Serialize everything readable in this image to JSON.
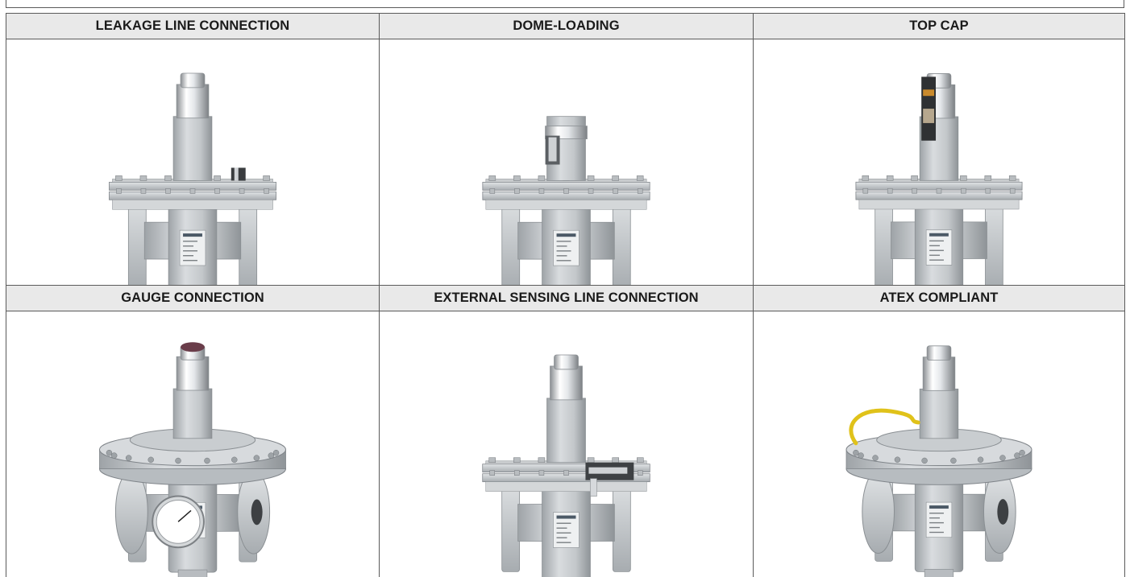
{
  "options": [
    {
      "title": "LEAKAGE LINE CONNECTION",
      "illustration": "regulator-leakage-line-icon"
    },
    {
      "title": "DOME-LOADING",
      "illustration": "regulator-dome-loading-icon"
    },
    {
      "title": "TOP CAP",
      "illustration": "regulator-top-cap-icon"
    },
    {
      "title": "GAUGE CONNECTION",
      "illustration": "regulator-gauge-icon"
    },
    {
      "title": "EXTERNAL SENSING LINE CONNECTION",
      "illustration": "regulator-sensing-line-icon"
    },
    {
      "title": "ATEX COMPLIANT",
      "illustration": "regulator-atex-icon"
    }
  ],
  "colors": {
    "header_bg": "#e9e9e9",
    "border": "#5a5a5a",
    "metal": "#c7cbce",
    "chrome": "#eef0f2",
    "cable": "#e0c21a"
  }
}
